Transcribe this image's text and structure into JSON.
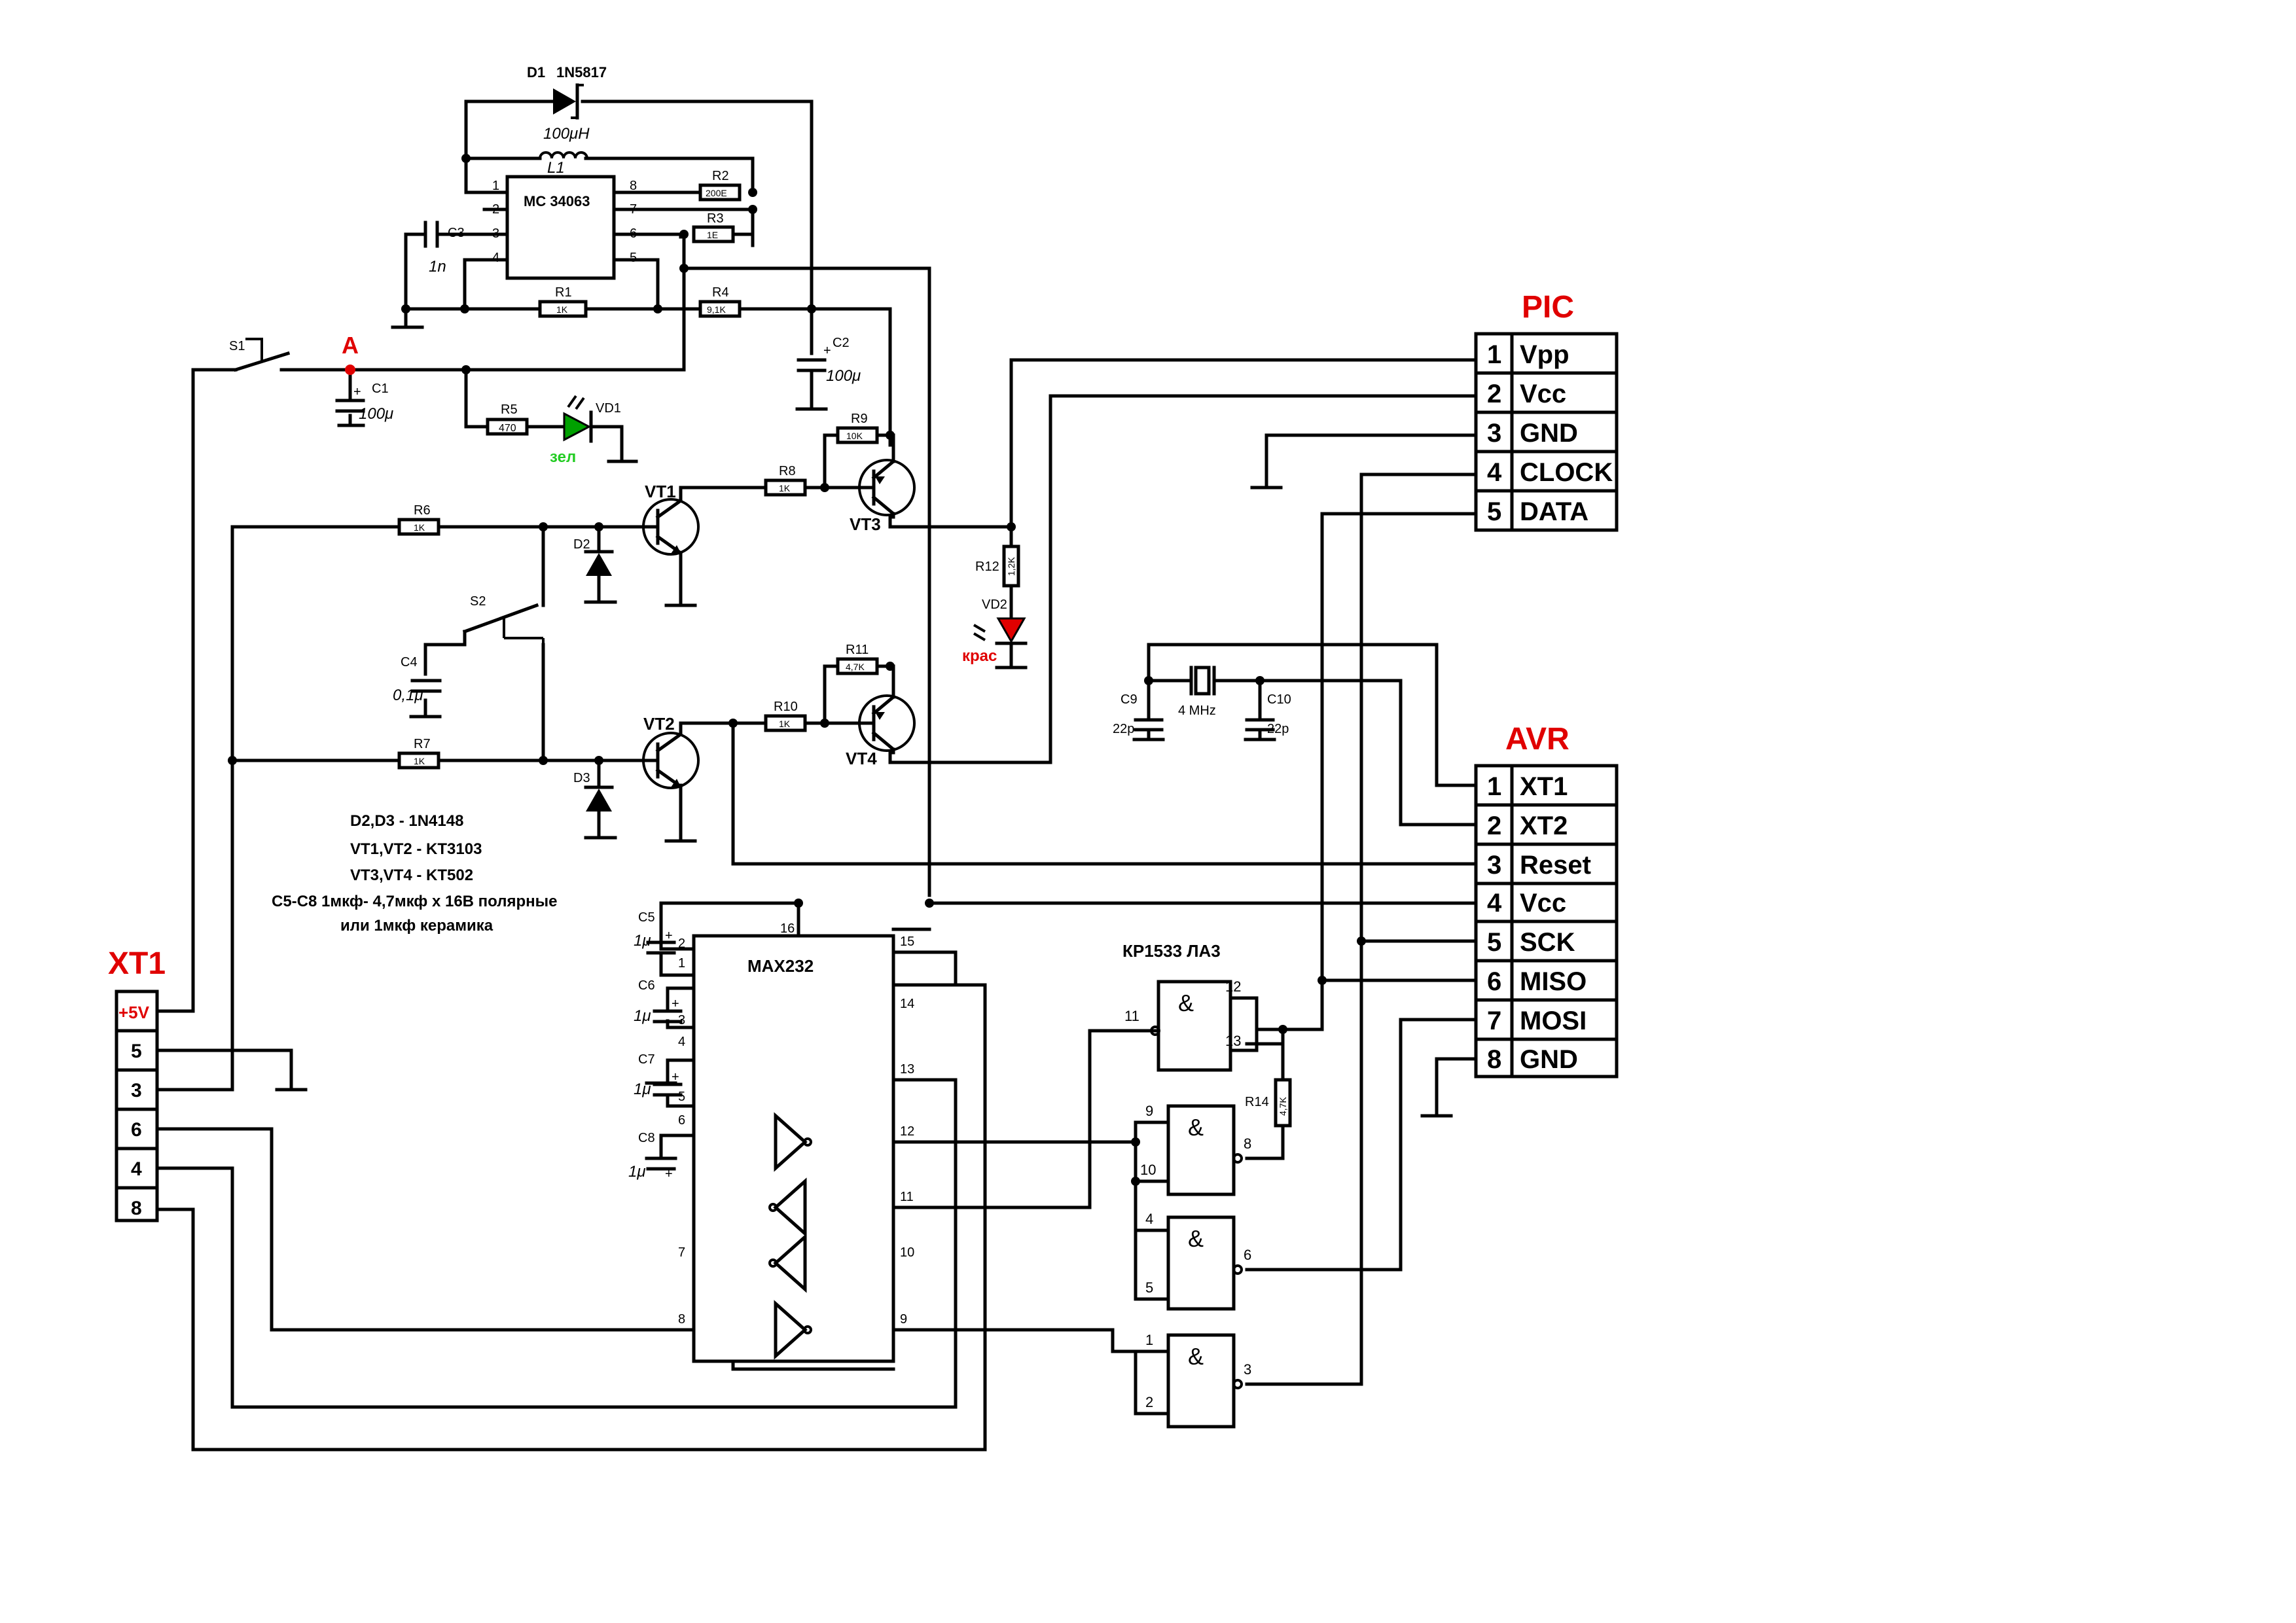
{
  "title_point": "A",
  "connectors": {
    "pic": {
      "title": "PIC",
      "pins": [
        {
          "num": "1",
          "name": "Vpp"
        },
        {
          "num": "2",
          "name": "Vcc"
        },
        {
          "num": "3",
          "name": "GND"
        },
        {
          "num": "4",
          "name": "CLOCK"
        },
        {
          "num": "5",
          "name": "DATA"
        }
      ]
    },
    "avr": {
      "title": "AVR",
      "pins": [
        {
          "num": "1",
          "name": "XT1"
        },
        {
          "num": "2",
          "name": "XT2"
        },
        {
          "num": "3",
          "name": "Reset"
        },
        {
          "num": "4",
          "name": "Vcc"
        },
        {
          "num": "5",
          "name": "SCK"
        },
        {
          "num": "6",
          "name": "MISO"
        },
        {
          "num": "7",
          "name": "MOSI"
        },
        {
          "num": "8",
          "name": "GND"
        }
      ]
    },
    "xt1": {
      "title": "XT1",
      "pins": [
        "+5V",
        "5",
        "3",
        "6",
        "4",
        "8"
      ]
    }
  },
  "components": {
    "d1": {
      "ref": "D1",
      "part": "1N5817"
    },
    "l1": {
      "ref": "L1",
      "value": "100μH"
    },
    "mc": {
      "name": "MC 34063",
      "pins": [
        "1",
        "2",
        "3",
        "4",
        "8",
        "7",
        "6",
        "5"
      ]
    },
    "r1": {
      "ref": "R1",
      "value": "1K"
    },
    "r2": {
      "ref": "R2",
      "value": "200E"
    },
    "r3": {
      "ref": "R3",
      "value": "1E"
    },
    "r4": {
      "ref": "R4",
      "value": "9,1K"
    },
    "r5": {
      "ref": "R5",
      "value": "470"
    },
    "r6": {
      "ref": "R6",
      "value": "1K"
    },
    "r7": {
      "ref": "R7",
      "value": "1K"
    },
    "r8": {
      "ref": "R8",
      "value": "1K"
    },
    "r9": {
      "ref": "R9",
      "value": "10K"
    },
    "r10": {
      "ref": "R10",
      "value": "1K"
    },
    "r11": {
      "ref": "R11",
      "value": "4,7K"
    },
    "r12": {
      "ref": "R12",
      "value": "1,2K"
    },
    "r14": {
      "ref": "R14",
      "value": "4,7K"
    },
    "c1": {
      "ref": "C1",
      "value": "100μ"
    },
    "c2": {
      "ref": "C2",
      "value": "100μ"
    },
    "c3": {
      "ref": "C3",
      "value": "1n"
    },
    "c4": {
      "ref": "C4",
      "value": "0,1μ"
    },
    "c5": {
      "ref": "C5",
      "value": "1μ"
    },
    "c6": {
      "ref": "C6",
      "value": "1μ"
    },
    "c7": {
      "ref": "C7",
      "value": "1μ"
    },
    "c8": {
      "ref": "C8",
      "value": "1μ"
    },
    "c9": {
      "ref": "C9",
      "value": "22p"
    },
    "c10": {
      "ref": "C10",
      "value": "22p"
    },
    "xtal": {
      "value": "4 MHz"
    },
    "vd1": {
      "ref": "VD1",
      "label": "зел"
    },
    "vd2": {
      "ref": "VD2",
      "label": "крас"
    },
    "d2": {
      "ref": "D2"
    },
    "d3": {
      "ref": "D3"
    },
    "s1": {
      "ref": "S1"
    },
    "s2": {
      "ref": "S2"
    },
    "vt1": {
      "ref": "VT1"
    },
    "vt2": {
      "ref": "VT2"
    },
    "vt3": {
      "ref": "VT3"
    },
    "vt4": {
      "ref": "VT4"
    },
    "max232": {
      "name": "MAX232",
      "pins": {
        "p1": "1",
        "p2": "2",
        "p3": "3",
        "p4": "4",
        "p5": "5",
        "p6": "6",
        "p7": "7",
        "p8": "8",
        "p9": "9",
        "p10": "10",
        "p11": "11",
        "p12": "12",
        "p13": "13",
        "p14": "14",
        "p15": "15",
        "p16": "16"
      }
    },
    "la3": {
      "name": "КР1533 ЛА3",
      "symbol": "&",
      "pins": {
        "p1": "1",
        "p2": "2",
        "p3": "3",
        "p4": "4",
        "p5": "5",
        "p6": "6",
        "p8": "8",
        "p9": "9",
        "p10": "10",
        "p11": "11",
        "p12": "12",
        "p13": "13"
      }
    }
  },
  "notes": [
    "D2,D3 - 1N4148",
    "VT1,VT2 - KT3103",
    "VT3,VT4 - KT502",
    "C5-C8  1мкф- 4,7мкф х 16В полярные",
    "или 1мкф керамика"
  ],
  "colors": {
    "accent_red": "#e00000",
    "led_green": "#00a000",
    "led_red": "#e00000",
    "label_green": "#22cc22"
  }
}
